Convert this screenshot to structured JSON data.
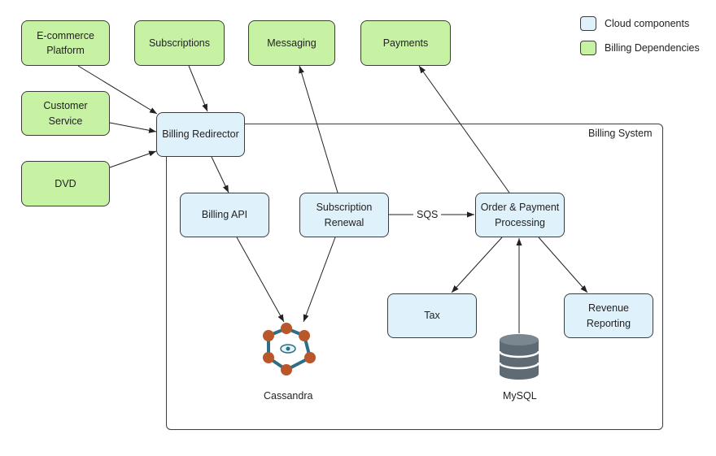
{
  "legend": {
    "items": [
      {
        "label": "Cloud components",
        "color": "#dff1fb"
      },
      {
        "label": "Billing Dependencies",
        "color": "#c7f2a4"
      }
    ]
  },
  "system_boundary": {
    "label": "Billing System"
  },
  "nodes": {
    "ecommerce": "E-commerce\nPlatform",
    "subscriptions": "Subscriptions",
    "messaging": "Messaging",
    "payments": "Payments",
    "customer_service": "Customer Service",
    "dvd": "DVD",
    "billing_redirector": "Billing Redirector",
    "billing_api": "Billing API",
    "subscription_renewal": "Subscription\nRenewal",
    "order_payment": "Order & Payment\nProcessing",
    "tax": "Tax",
    "revenue_reporting": "Revenue\nReporting"
  },
  "edge_labels": {
    "sqs": "SQS"
  },
  "datastores": {
    "cassandra": "Cassandra",
    "mysql": "MySQL"
  },
  "icons": {
    "cassandra": "cassandra-ring-icon",
    "mysql": "database-cylinder-icon"
  }
}
